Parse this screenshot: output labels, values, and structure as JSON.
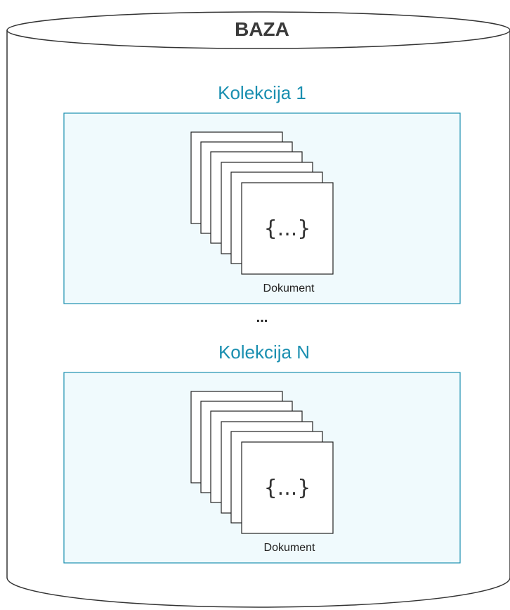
{
  "database": {
    "title": "BAZA"
  },
  "collections": [
    {
      "title": "Kolekcija 1",
      "document_label": "Dokument",
      "document_content": "{...}"
    },
    {
      "title": "Kolekcija N",
      "document_label": "Dokument",
      "document_content": "{...}"
    }
  ],
  "separator": "...",
  "colors": {
    "collection_title": "#1a8fb0",
    "collection_fill": "#f0fafd",
    "collection_border": "#1a8fb0",
    "cylinder_stroke": "#333333"
  }
}
